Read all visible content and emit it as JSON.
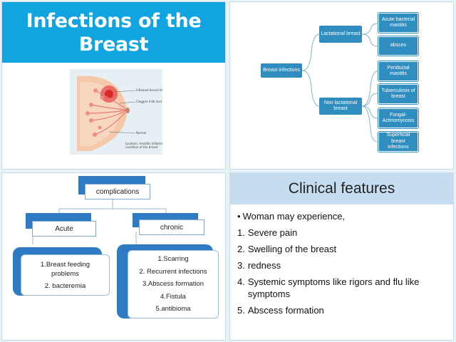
{
  "slide1": {
    "title": "Infections of the Breast",
    "illustration_labels": [
      "Inflamed breast tissue",
      "Clogged milk duct",
      "Normal",
      "Location: mastitis inflammation condition of the breast"
    ]
  },
  "slide2": {
    "root": "Breast infections",
    "branches": [
      {
        "label": "Lactational breast",
        "children": [
          "Acute bacterial mastitis",
          "absces"
        ]
      },
      {
        "label": "Non lactational breast",
        "children": [
          "Periductal mastitis",
          "Tuberculosis of breast",
          "Fungal-Actinomycosis",
          "Superficial breast infections"
        ]
      }
    ]
  },
  "slide3": {
    "root": "complications",
    "acute": {
      "label": "Acute",
      "items": [
        "1.Breast feeding problems",
        "2. bacteremia"
      ]
    },
    "chronic": {
      "label": "chronic",
      "items": [
        "1.Scarring",
        "2. Recurrent infections",
        "3.Abscess formation",
        "4.Fistula",
        "5.antibioma"
      ]
    }
  },
  "slide4": {
    "title": "Clinical features",
    "intro_bullet": "•",
    "intro": "Woman may experience,",
    "items": [
      {
        "num": "1.",
        "text": "Severe pain"
      },
      {
        "num": "2.",
        "text": "Swelling of the breast"
      },
      {
        "num": "3.",
        "text": "redness"
      },
      {
        "num": "4.",
        "text": "Systemic symptoms like rigors and flu like symptoms"
      },
      {
        "num": "5.",
        "text": "Abscess formation"
      }
    ]
  },
  "colors": {
    "title_blue": "#12a4e0",
    "node_blue": "#2f8dc0",
    "tab_blue": "#2e7bc4",
    "header_band": "#c5ddee"
  }
}
